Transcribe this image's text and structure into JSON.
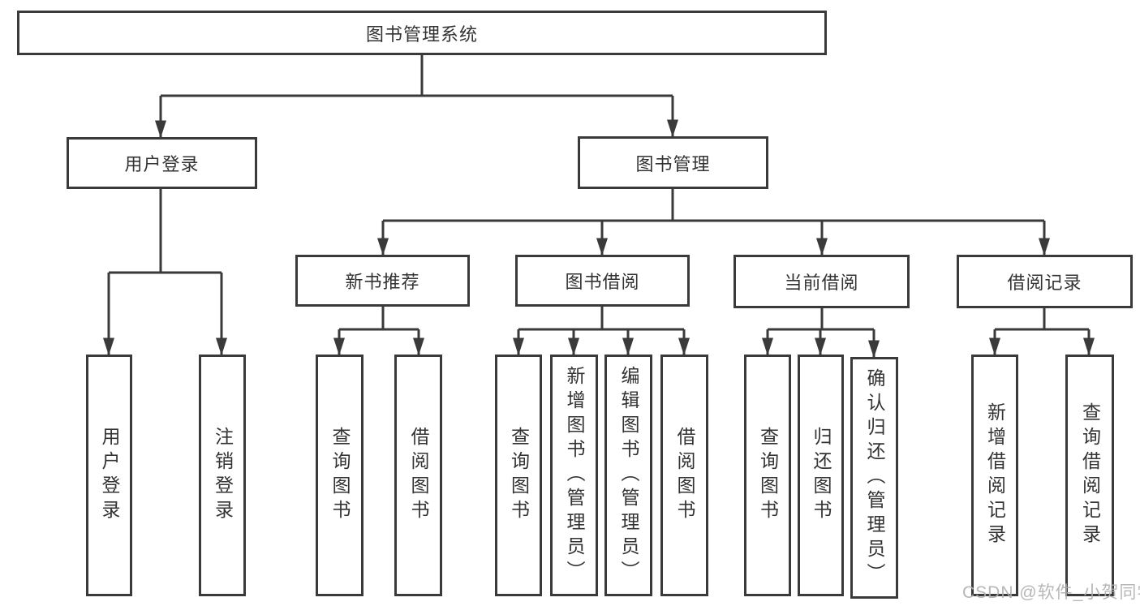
{
  "diagram": {
    "root": "图书管理系统",
    "branches": [
      {
        "label": "用户登录",
        "children": [
          "用户登录",
          "注销登录"
        ]
      },
      {
        "label": "图书管理",
        "children": [
          {
            "label": "新书推荐",
            "children": [
              "查询图书",
              "借阅图书"
            ]
          },
          {
            "label": "图书借阅",
            "children": [
              "查询图书",
              "新增图书（管理员）",
              "编辑图书（管理员）",
              "借阅图书"
            ]
          },
          {
            "label": "当前借阅",
            "children": [
              "查询图书",
              "归还图书",
              "确认归还（管理员）"
            ]
          },
          {
            "label": "借阅记录",
            "children": [
              "新增借阅记录",
              "查询借阅记录"
            ]
          }
        ]
      }
    ]
  },
  "watermark": "CSDN @软件_小贺同学",
  "colors": {
    "line": "#3a3a3a",
    "box_border": "#3a3a3a",
    "text": "#333333",
    "watermark": "#afafaf",
    "background": "#ffffff"
  }
}
